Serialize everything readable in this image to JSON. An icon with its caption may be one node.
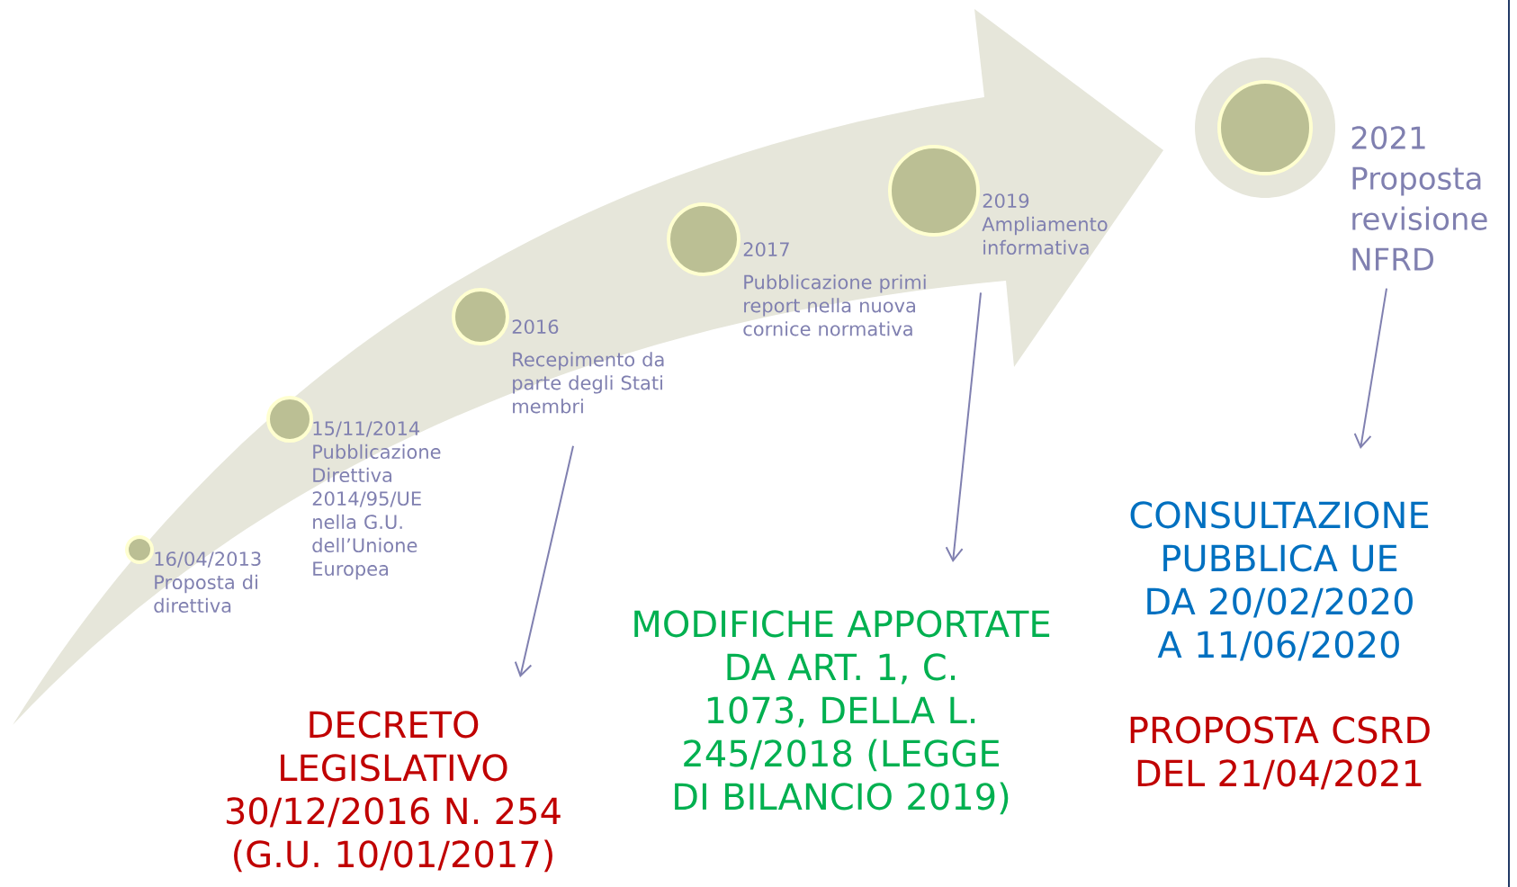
{
  "diagram": {
    "nodes": [
      {
        "text": [],
        "shape": "circle",
        "beside": [
          "16/04/2013 Proposta di direttiva"
        ]
      },
      {
        "text": [],
        "shape": "circle",
        "beside": [
          "15/11/2014 Pubblicazione Direttiva 2014/95/UE nella G.U. dell’Unione Europea"
        ]
      },
      {
        "text": [],
        "shape": "circle",
        "beside": [
          "2016",
          "Recepimento da parte degli Stati membri"
        ]
      },
      {
        "text": [],
        "shape": "circle",
        "beside": [
          "2017",
          "Pubblicazione primi report nella nuova cornice normativa"
        ]
      },
      {
        "text": [],
        "shape": "circle",
        "beside": [
          "2019 Ampliamento informativa"
        ]
      },
      {
        "text": [],
        "shape": "circle",
        "beside": [
          "2021 Proposta revisione NFRD"
        ]
      },
      {
        "text": [
          "DECRETO LEGISLATIVO 30/12/2016 N. 254 (G.U. 10/01/2017)"
        ]
      },
      {
        "text": [
          "MODIFICHE APPORTATE DA ART. 1, C. 1073, DELLA L. 245/2018 (LEGGE DI BILANCIO 2019)"
        ]
      },
      {
        "text": [
          "CONSULTAZIONE PUBBLICA UE DA 20/02/2020 A 11/06/2020"
        ]
      }
    ],
    "edges": [
      {
        "from": 2,
        "to": 6,
        "arrow": "to"
      },
      {
        "from": 4,
        "to": 7,
        "arrow": "to"
      },
      {
        "from": 5,
        "to": 8,
        "arrow": "to"
      }
    ],
    "labels": [
      "PROPOSTA CSRD DEL 21/04/2021"
    ]
  }
}
